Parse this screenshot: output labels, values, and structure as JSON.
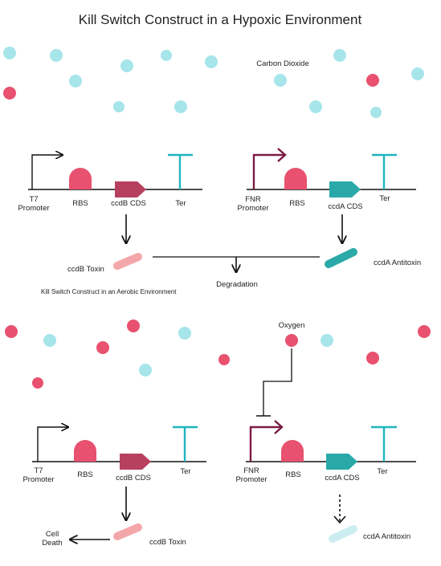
{
  "title": "Kill Switch Construct in a Hypoxic Environment",
  "colors": {
    "molecule_light": "#a6e5ea",
    "molecule_pink": "#e8516f",
    "rbs": "#e8516f",
    "ccdB": "#b8405f",
    "ccdA": "#2aa9a8",
    "terminator": "#1fb5c0",
    "fnr_promoter": "#7a1c45",
    "toxin_bar": "#f4a7aa",
    "antitoxin_faded": "#cdeef0",
    "line": "#111111"
  },
  "top_panel": {
    "molecule_label": "Carbon Dioxide",
    "construct_left": {
      "promoter": "T7\nPromoter",
      "rbs": "RBS",
      "cds": "ccdB CDS",
      "terminator": "Ter"
    },
    "construct_right": {
      "promoter": "FNR\nPromoter",
      "rbs": "RBS",
      "cds": "ccdA CDS",
      "terminator": "Ter"
    },
    "toxin_label": "ccdB Toxin",
    "antitoxin_label": "ccdA Antitoxin",
    "outcome_label": "Degradation",
    "caption": "Kill Switch Construct in an Aerobic Environment"
  },
  "bottom_panel": {
    "molecule_label": "Oxygen",
    "construct_left": {
      "promoter": "T7\nPromoter",
      "rbs": "RBS",
      "cds": "ccdB CDS",
      "terminator": "Ter"
    },
    "construct_right": {
      "promoter": "FNR\nPromoter",
      "rbs": "RBS",
      "cds": "ccdA CDS",
      "terminator": "Ter"
    },
    "toxin_label": "ccdB Toxin",
    "antitoxin_label": "ccdA Antitoxin",
    "outcome_label": "Cell\nDeath"
  }
}
